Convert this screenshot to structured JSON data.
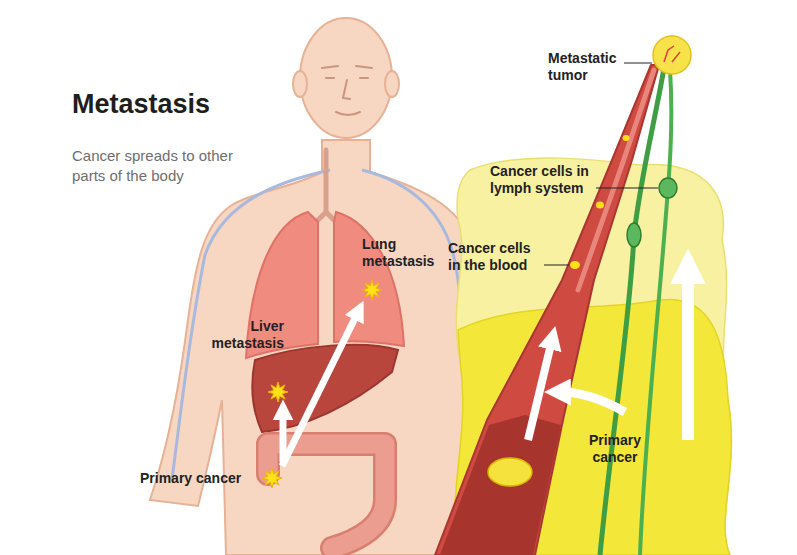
{
  "diagram": {
    "title": "Metastasis",
    "labels": [
      "Cancer spreads to other parts of the body",
      "Lung metastasis",
      "Liver metastasis",
      "Primary cancer",
      "Metastatic tumor",
      "Cancer cells in lymph system",
      "Cancer cells in the blood",
      "Primary cancer"
    ]
  }
}
